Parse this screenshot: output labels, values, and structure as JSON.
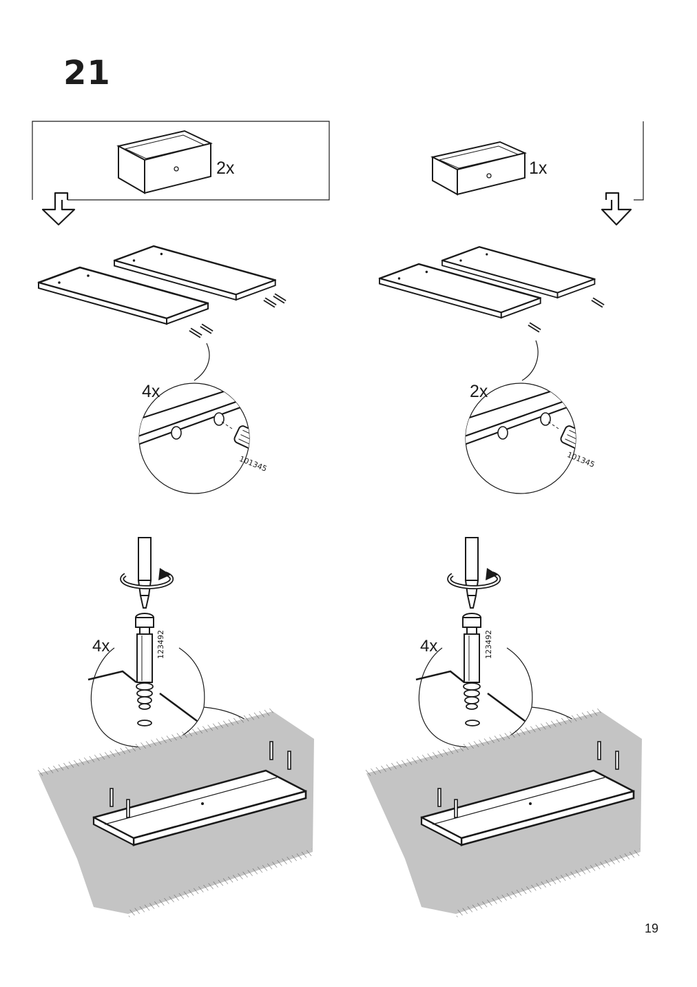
{
  "step_number": "21",
  "page_number": "19",
  "left_column": {
    "drawer_quantity": "2x",
    "dowel_quantity": "4x",
    "dowel_part_number": "101345",
    "cam_quantity": "4x",
    "cam_part_number": "123492"
  },
  "right_column": {
    "drawer_quantity": "1x",
    "dowel_quantity": "2x",
    "dowel_part_number": "101345",
    "cam_quantity": "4x",
    "cam_part_number": "123492"
  },
  "colors": {
    "ink": "#1a1a1a",
    "carpet_fill": "#c2c2c2",
    "paper": "#ffffff"
  },
  "icons": [
    "drawer-icon",
    "arrow-down-icon",
    "dowel-icon",
    "screwdriver-icon",
    "rotate-arrow-icon",
    "cam-bolt-icon",
    "carpet-icon"
  ]
}
